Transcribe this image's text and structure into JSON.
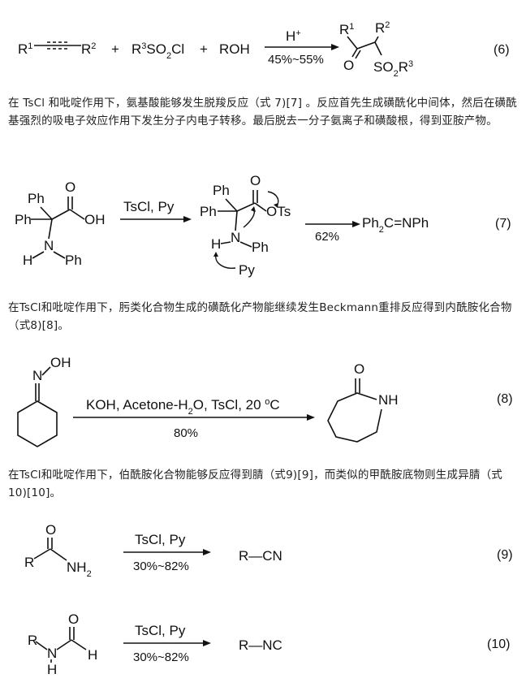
{
  "eq6": {
    "r1": "R",
    "r1_sup": "1",
    "r2": "R",
    "r2_sup": "2",
    "plus1": "+",
    "r3": "R",
    "r3_sup": "3",
    "so2cl": "SO",
    "so2cl_sub": "2",
    "so2cl_end": "Cl",
    "plus2": "+",
    "roh": "ROH",
    "reagent": "H",
    "reagent_sup": "+",
    "yield": "45%~55%",
    "prod_r1": "R",
    "prod_r1_sup": "1",
    "prod_r2": "R",
    "prod_r2_sup": "2",
    "prod_o": "O",
    "prod_so2": "SO",
    "prod_so2_sub": "2",
    "prod_so2_r": "R",
    "prod_so2_r_sup": "3",
    "number": "(6)"
  },
  "para1": "在 TsCl 和吡啶作用下，氨基酸能够发生脱羧反应（式 7)[7] 。反应首先生成磺酰化中间体，然后在磺酰基强烈的吸电子效应作用下发生分子内电子转移。最后脱去一分子氨离子和磺酸根，得到亚胺产物。",
  "eq7": {
    "ph": "Ph",
    "o": "O",
    "oh": "OH",
    "n": "N",
    "h": "H",
    "reagent": "TsCl, Py",
    "int_ots": "OTs",
    "int_py": "Py",
    "yield": "62%",
    "product": "Ph",
    "product_sub": "2",
    "product_end": "C=NPh",
    "number": "(7)"
  },
  "para2": "在TsCl和吡啶作用下，肟类化合物生成的磺酰化产物能继续发生Beckmann重排反应得到内酰胺化合物（式8)[8]。",
  "eq8": {
    "oh": "OH",
    "n": "N",
    "reagent_a": "KOH, Acetone-H",
    "reagent_sub": "2",
    "reagent_b": "O, TsCl, 20 ",
    "reagent_deg": "o",
    "reagent_c": "C",
    "yield": "80%",
    "prod_o": "O",
    "prod_nh": "NH",
    "number": "(8)"
  },
  "para3": "在TsCl和吡啶作用下，伯酰胺化合物能够反应得到腈（式9)[9]，而类似的甲酰胺底物则生成异腈（式10)[10]。",
  "eq9": {
    "r": "R",
    "o": "O",
    "nh": "NH",
    "nh_sub": "2",
    "reagent": "TsCl, Py",
    "yield": "30%~82%",
    "product": "R—CN",
    "number": "(9)"
  },
  "eq10": {
    "r": "R",
    "n": "N",
    "h_n": "H",
    "o": "O",
    "h": "H",
    "reagent": "TsCl, Py",
    "yield": "30%~82%",
    "product": "R—NC",
    "number": "(10)"
  }
}
